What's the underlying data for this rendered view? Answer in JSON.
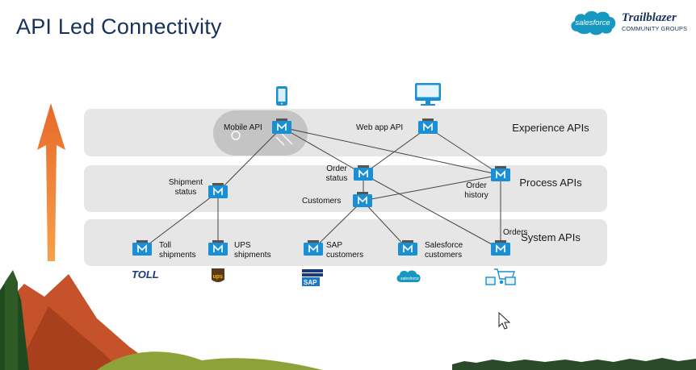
{
  "header": {
    "title": "API Led Connectivity",
    "brand_logo_text": "salesforce",
    "brand_name": "Trailblazer",
    "brand_sub": "COMMUNITY GROUPS"
  },
  "layers": {
    "experience": "Experience APIs",
    "process": "Process APIs",
    "system": "System APIs"
  },
  "nodes": {
    "mobile_api": "Mobile API",
    "web_app_api": "Web app API",
    "shipment_status": "Shipment status",
    "order_status": "Order status",
    "customers": "Customers",
    "order_history": "Order history",
    "orders": "Orders",
    "toll_shipments": "Toll shipments",
    "ups_shipments": "UPS shipments",
    "sap_customers": "SAP customers",
    "salesforce_customers": "Salesforce customers"
  },
  "source_icons": {
    "toll": "TOLL",
    "ups": "ups",
    "sap": "SAP",
    "salesforce": "salesforce"
  },
  "icons": [
    "phone-icon",
    "monitor-icon",
    "mulesoft-icon",
    "up-arrow-icon",
    "cart-icon",
    "mouse-cursor-icon",
    "touch-gesture-icon"
  ],
  "colors": {
    "title": "#16325c",
    "band": "#e6e6e6",
    "node": "#1b8fd4",
    "arrow": "#ee7a2a",
    "salesforce": "#1798c1"
  }
}
